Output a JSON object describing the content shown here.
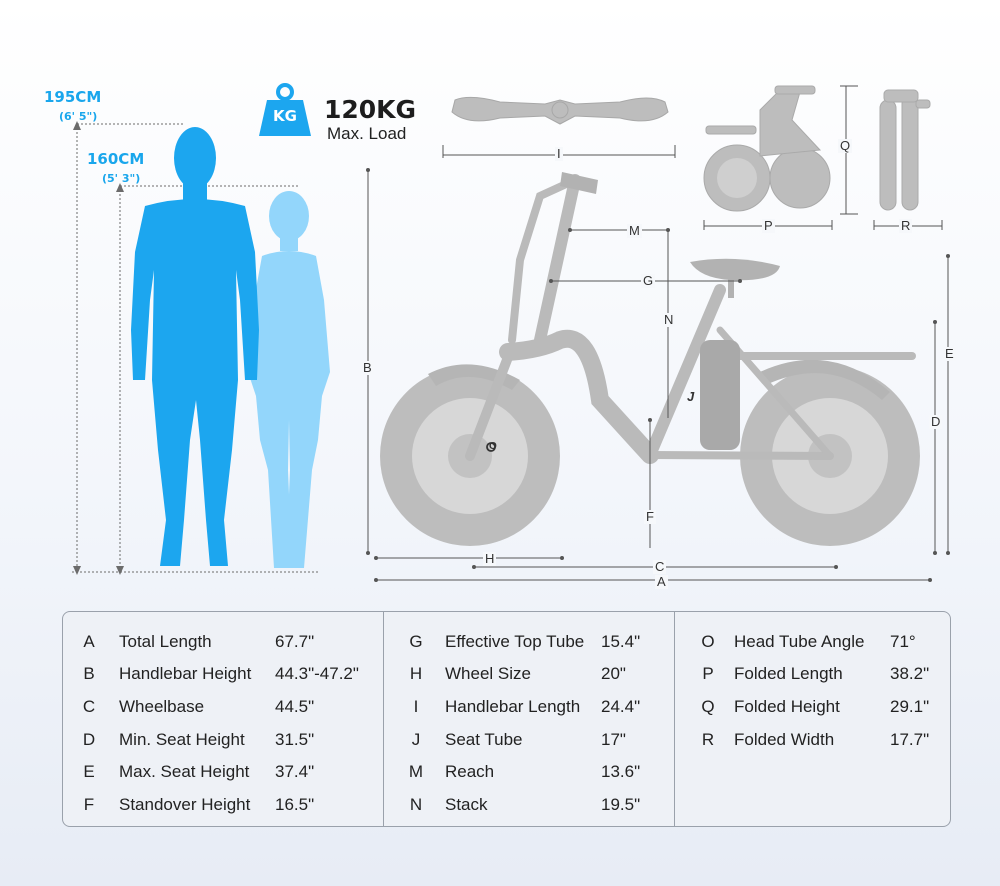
{
  "heights": {
    "tall": {
      "cm": "195CM",
      "ft": "(6' 5\")"
    },
    "short": {
      "cm": "160CM",
      "ft": "(5' 3\")"
    }
  },
  "load": {
    "badge": "KG",
    "value": "120KG",
    "label": "Max. Load"
  },
  "dimension_letters": {
    "A": "A",
    "B": "B",
    "C": "C",
    "D": "D",
    "E": "E",
    "F": "F",
    "G": "G",
    "H": "H",
    "I": "I",
    "J": "J",
    "M": "M",
    "N": "N",
    "O": "O",
    "P": "P",
    "Q": "Q",
    "R": "R"
  },
  "specs": {
    "col1": [
      {
        "key": "A",
        "name": "Total Length",
        "value": "67.7\""
      },
      {
        "key": "B",
        "name": "Handlebar Height",
        "value": "44.3\"-47.2\""
      },
      {
        "key": "C",
        "name": "Wheelbase",
        "value": "44.5\""
      },
      {
        "key": "D",
        "name": "Min. Seat Height",
        "value": "31.5\""
      },
      {
        "key": "E",
        "name": "Max. Seat Height",
        "value": "37.4\""
      },
      {
        "key": "F",
        "name": "Standover Height",
        "value": "16.5\""
      }
    ],
    "col2": [
      {
        "key": "G",
        "name": "Effective Top Tube",
        "value": "15.4\""
      },
      {
        "key": "H",
        "name": "Wheel Size",
        "value": "20\""
      },
      {
        "key": "I",
        "name": "Handlebar Length",
        "value": "24.4\""
      },
      {
        "key": "J",
        "name": "Seat Tube",
        "value": "17\""
      },
      {
        "key": "M",
        "name": "Reach",
        "value": "13.6\""
      },
      {
        "key": "N",
        "name": "Stack",
        "value": "19.5\""
      }
    ],
    "col3": [
      {
        "key": "O",
        "name": "Head Tube Angle",
        "value": "71°"
      },
      {
        "key": "P",
        "name": "Folded Length",
        "value": "38.2\""
      },
      {
        "key": "Q",
        "name": "Folded Height",
        "value": "29.1\""
      },
      {
        "key": "R",
        "name": "Folded Width",
        "value": "17.7\""
      }
    ]
  },
  "colors": {
    "male": "#1ca6ef",
    "female": "#93d6fb",
    "bike": "#b8b8b8",
    "accent": "#19a6ec"
  }
}
